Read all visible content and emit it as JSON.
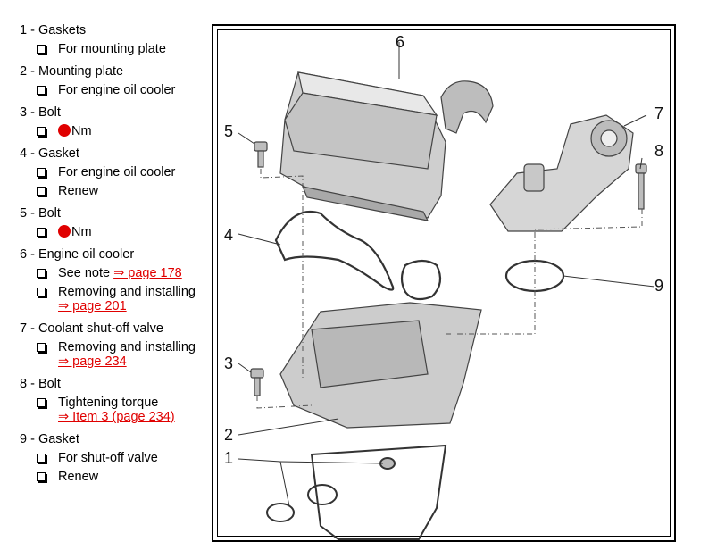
{
  "legend": [
    {
      "title": "1 - Gaskets",
      "subs": [
        {
          "text": "For mounting plate"
        }
      ]
    },
    {
      "title": "2 - Mounting plate",
      "subs": [
        {
          "text": "For engine oil cooler"
        }
      ]
    },
    {
      "title": "3 - Bolt",
      "subs": [
        {
          "text": "Nm",
          "torque_dot": true
        }
      ]
    },
    {
      "title": "4 - Gasket",
      "subs": [
        {
          "text": "For engine oil cooler"
        },
        {
          "text": "Renew"
        }
      ]
    },
    {
      "title": "5 - Bolt",
      "subs": [
        {
          "text": "Nm",
          "torque_dot": true
        }
      ]
    },
    {
      "title": "6 - Engine oil cooler",
      "subs": [
        {
          "text": "See note",
          "link": "⇒ page 178",
          "link_inline": true
        },
        {
          "text": "Removing and installing",
          "link": "⇒ page 201"
        }
      ]
    },
    {
      "title": "7 - Coolant shut-off valve",
      "subs": [
        {
          "text": "Removing and installing",
          "link": "⇒ page 234"
        }
      ]
    },
    {
      "title": "8 - Bolt",
      "subs": [
        {
          "text": "Tightening torque",
          "link": "⇒ Item 3 (page 234)"
        }
      ]
    },
    {
      "title": "9 - Gasket",
      "subs": [
        {
          "text": "For shut-off valve"
        },
        {
          "text": "Renew"
        }
      ]
    }
  ],
  "figure": {
    "callouts": [
      "1",
      "2",
      "3",
      "4",
      "5",
      "6",
      "7",
      "8",
      "9"
    ]
  },
  "colors": {
    "torque_dot": "#e00000",
    "link": "#e00000"
  }
}
